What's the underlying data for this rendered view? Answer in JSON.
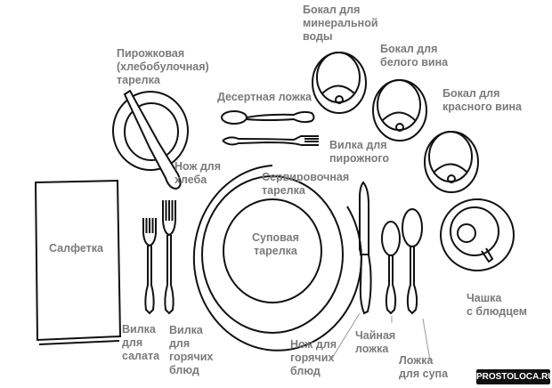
{
  "labels": {
    "water_glass": [
      "Бокал для",
      "минеральной",
      "воды"
    ],
    "white_wine_glass": [
      "Бокал для",
      "белого вина"
    ],
    "red_wine_glass": [
      "Бокал для",
      "красного вина"
    ],
    "bread_plate": [
      "Пирожковая",
      "(хлебобулочная)",
      "тарелка"
    ],
    "dessert_spoon": [
      "Десертная ложка"
    ],
    "dessert_fork": [
      "Вилка для",
      "пирожного"
    ],
    "bread_knife": [
      "Нож для",
      "хлеба"
    ],
    "service_plate": [
      "Сервировочная",
      "тарелка"
    ],
    "napkin": [
      "Салфетка"
    ],
    "soup_plate": [
      "Суповая",
      "тарелка"
    ],
    "cup_saucer": [
      "Чашка",
      "с блюдцем"
    ],
    "salad_fork": [
      "Вилка",
      "для",
      "салата"
    ],
    "dinner_fork": [
      "Вилка",
      "для",
      "горячих",
      "блюд"
    ],
    "dinner_knife": [
      "Нож для",
      "горячих",
      "блюд"
    ],
    "teaspoon": [
      "Чайная",
      "ложка"
    ],
    "soup_spoon": [
      "Ложка",
      "для супа"
    ]
  },
  "watermark": "PROSTOLOCA.RU",
  "colors": {
    "label": "#7a7a7a",
    "line": "#111111"
  }
}
